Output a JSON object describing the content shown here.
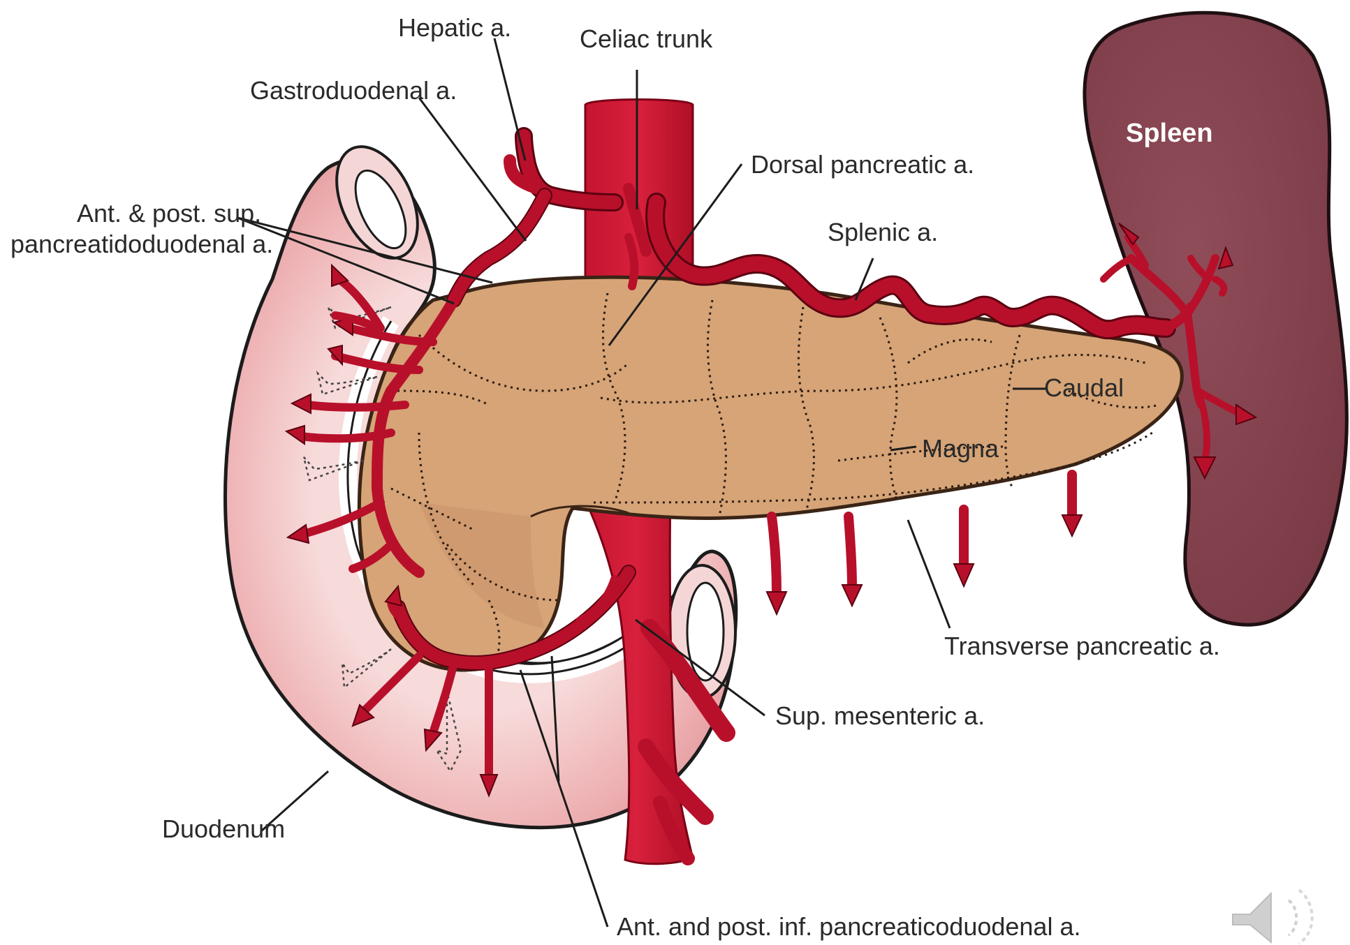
{
  "diagram": {
    "labels": {
      "hepatic": "Hepatic a.",
      "celiac": "Celiac trunk",
      "gastroduodenal": "Gastroduodenal a.",
      "dorsal_pancreatic": "Dorsal pancreatic a.",
      "ant_post_sup_line1": "Ant. & post. sup.",
      "ant_post_sup_line2": "pancreatidoduodenal a.",
      "splenic": "Splenic a.",
      "spleen": "Spleen",
      "caudal": "Caudal",
      "magna": "Magna",
      "transverse_pancreatic": "Transverse pancreatic a.",
      "sup_mesenteric": "Sup. mesenteric a.",
      "duodenum": "Duodenum",
      "ant_post_inf": "Ant. and post. inf. pancreaticoduodenal a."
    },
    "colors": {
      "artery": "#b8102a",
      "pancreas": "#d9a77a",
      "spleen": "#8b4a56",
      "duodenum": "#f1c4c4",
      "background": "#ffffff"
    },
    "icons": {
      "audio": "speaker-icon"
    }
  }
}
